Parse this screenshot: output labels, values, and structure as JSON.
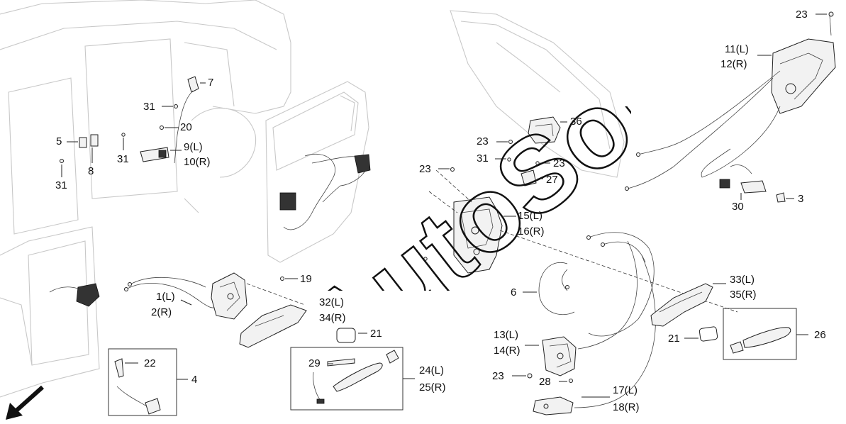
{
  "watermark": "AutoSoft",
  "labels": {
    "p1": "1(L)",
    "p2": "2(R)",
    "p3": "3",
    "p4": "4",
    "p5": "5",
    "p6": "6",
    "p7": "7",
    "p8": "8",
    "p9": "9(L)",
    "p10": "10(R)",
    "p11": "11(L)",
    "p12": "12(R)",
    "p13": "13(L)",
    "p14": "14(R)",
    "p15": "15(L)",
    "p16": "16(R)",
    "p17": "17(L)",
    "p18": "18(R)",
    "p19": "19",
    "p20": "20",
    "p21": "21",
    "p22": "22",
    "p23": "23",
    "p24": "24(L)",
    "p25": "25(R)",
    "p26": "26",
    "p27": "27",
    "p28": "28",
    "p29": "29",
    "p30": "30",
    "p31": "31",
    "p32": "32(L)",
    "p33": "33(L)",
    "p34": "34(R)",
    "p35": "35(R)",
    "p36": "36"
  }
}
